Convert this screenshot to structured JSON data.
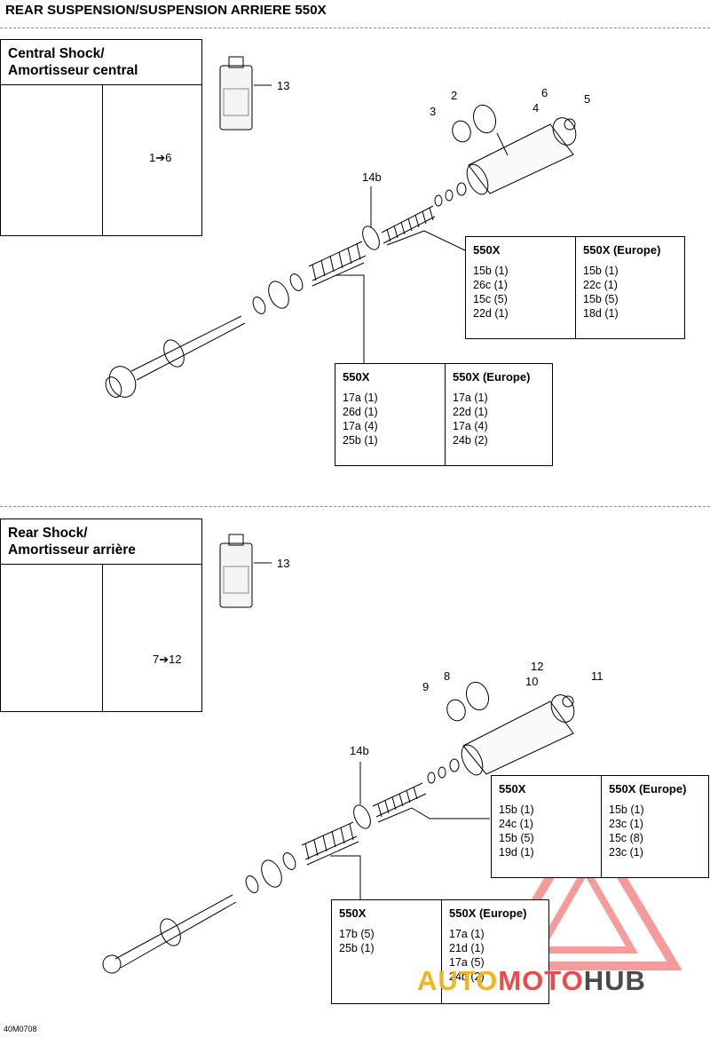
{
  "page": {
    "title": "REAR SUSPENSION/SUSPENSION ARRIERE 550X",
    "code": "40M0708"
  },
  "central": {
    "title_line1": "Central Shock/",
    "title_line2": "Amortisseur central",
    "callouts": {
      "c13": "13",
      "c1to6": "1➔6",
      "c2": "2",
      "c3": "3",
      "c4": "4",
      "c5": "5",
      "c6": "6",
      "c14b": "14b"
    },
    "table_upper": {
      "headers": [
        "550X",
        "550X (Europe)"
      ],
      "col1": [
        "15b (1)",
        "26c (1)",
        "15c (5)",
        "22d (1)"
      ],
      "col2": [
        "15b (1)",
        "22c (1)",
        "15b (5)",
        "18d (1)"
      ]
    },
    "table_lower": {
      "headers": [
        "550X",
        "550X (Europe)"
      ],
      "col1": [
        "17a (1)",
        "26d (1)",
        "17a (4)",
        "25b (1)"
      ],
      "col2": [
        "17a (1)",
        "22d (1)",
        "17a (4)",
        "24b (2)"
      ]
    }
  },
  "rear": {
    "title_line1": "Rear Shock/",
    "title_line2": "Amortisseur arrière",
    "callouts": {
      "c13": "13",
      "c7to12": "7➔12",
      "c8": "8",
      "c9": "9",
      "c10": "10",
      "c11": "11",
      "c12": "12",
      "c14b": "14b"
    },
    "table_upper": {
      "headers": [
        "550X",
        "550X (Europe)"
      ],
      "col1": [
        "15b (1)",
        "24c (1)",
        "15b (5)",
        "19d (1)"
      ],
      "col2": [
        "15b (1)",
        "23c (1)",
        "15c (8)",
        "23c (1)"
      ]
    },
    "table_lower": {
      "headers": [
        "550X",
        "550X (Europe)"
      ],
      "col1": [
        "17b (5)",
        "25b (1)"
      ],
      "col2": [
        "17a (1)",
        "21d (1)",
        "17a (5)",
        "24b (2)"
      ]
    }
  },
  "watermark": {
    "part1": "AUTO",
    "part2": "MOTO",
    "part3": "HUB",
    "colors": {
      "auto": "#f0b41e",
      "moto": "#ee4a4a",
      "hub": "#4a4a4a"
    }
  }
}
